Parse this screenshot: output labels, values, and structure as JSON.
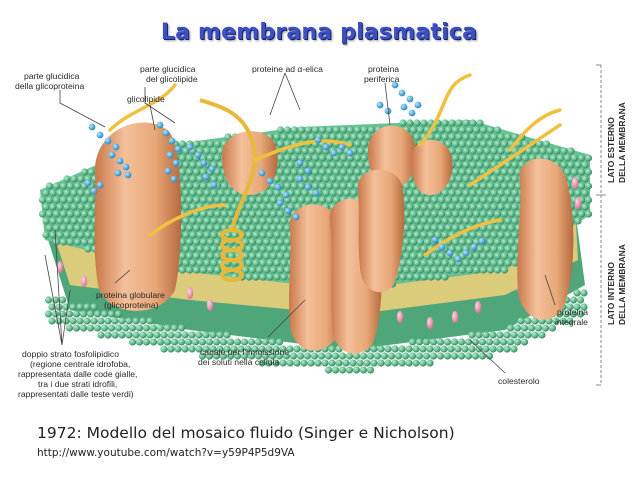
{
  "slide": {
    "title": "La membrana plasmatica",
    "caption": "1972: Modello del mosaico fluido (Singer e Nicholson)",
    "url": "http://www.youtube.com/watch?v=y59P4P5d9VA"
  },
  "labels": {
    "carb_glycoprotein_1": "parte glucidica",
    "carb_glycoprotein_2": "della glicoproteina",
    "carb_glycolipid_1": "parte glucidica",
    "carb_glycolipid_2": "del glicolipide",
    "glycolipid": "glicolipide",
    "alpha_helix": "proteine ad α-elica",
    "peripheral_1": "proteina",
    "peripheral_2": "periferica",
    "globular_1": "proteina globulare",
    "globular_2": "(glicoproteina)",
    "bilayer_1": "doppio strato fosfolipidico",
    "bilayer_2": "(regione centrale idrofoba,",
    "bilayer_3": "rappresentata dalle code gialle,",
    "bilayer_4": "tra i due strati idrofili,",
    "bilayer_5": "rappresentati dalle teste verdi)",
    "channel_1": "canale per l'immissione",
    "channel_2": "dei soluti nella cellula",
    "cholesterol": "colesterolo",
    "integral_1": "proteina",
    "integral_2": "integrale",
    "outer_1": "LATO ESTERNO",
    "outer_2": "DELLA MEMBRANA",
    "inner_1": "LATO INTERNO",
    "inner_2": "DELLA MEMBRANA"
  },
  "colors": {
    "title": "#3b4fc9",
    "lipid_head": "#5fb88a",
    "protein": "#e8a878",
    "sugar": "#3aa6dd",
    "tail": "#f0c040"
  }
}
